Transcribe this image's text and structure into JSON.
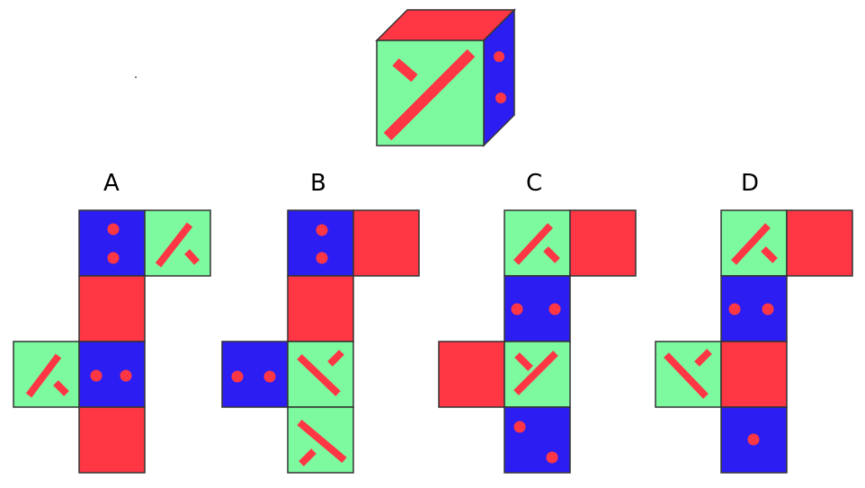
{
  "colors": {
    "green": "#7DFAA0",
    "red": "#FF3644",
    "blue": "#2C1EF2",
    "mark": "#FF3644",
    "outline": "#333333"
  },
  "options": [
    {
      "label": "A"
    },
    {
      "label": "B"
    },
    {
      "label": "C"
    },
    {
      "label": "D"
    }
  ]
}
